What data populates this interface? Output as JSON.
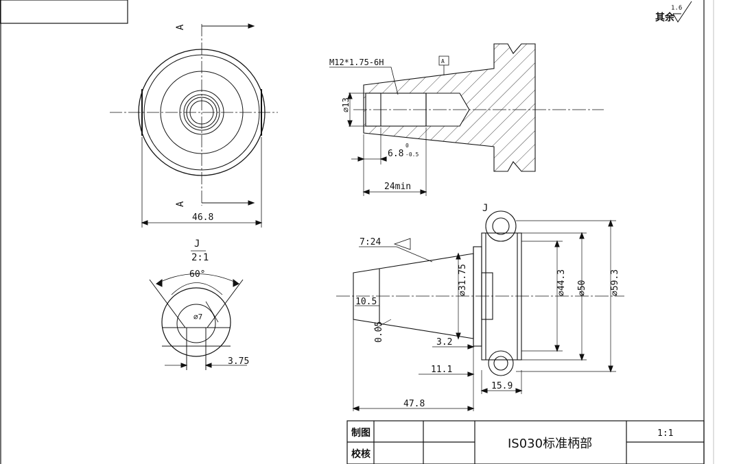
{
  "roughness": {
    "label": "其余",
    "value": "1.6"
  },
  "section": {
    "marker_top": "A",
    "marker_bottom": "A",
    "datum": "A"
  },
  "front_view": {
    "width_dim": "46.8"
  },
  "detail": {
    "label": "J",
    "scale": "2:1",
    "angle": "60°",
    "hole_dia": "⌀7",
    "width": "3.75"
  },
  "section_view": {
    "thread": "M12*1.75-6H",
    "bore_dia": "⌀13",
    "depth_dim": "6.8",
    "depth_tol_upper": "0",
    "depth_tol_lower": "-0.5",
    "thread_depth": "24min"
  },
  "side_view": {
    "detail_ref": "J",
    "taper": "7:24",
    "d_small": "10.5",
    "d_taper": "⌀31.75",
    "tol": "0.05",
    "flange_dist": "3.2",
    "flange_len": "11.1",
    "overall_len": "47.8",
    "flange_w": "15.9",
    "d1": "⌀44.3",
    "d2": "⌀50",
    "d3": "⌀59.3"
  },
  "title_block": {
    "drawn_label": "制图",
    "checked_label": "校核",
    "title": "IS030标准柄部",
    "scale": "1:1"
  }
}
